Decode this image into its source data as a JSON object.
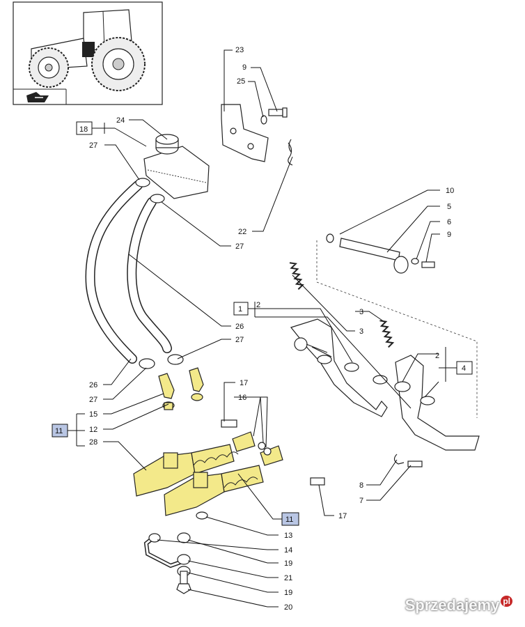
{
  "labels": {
    "l23": "23",
    "l9a": "9",
    "l25": "25",
    "l24": "24",
    "l18": "18",
    "l27a": "27",
    "l22": "22",
    "l27b": "27",
    "l10": "10",
    "l5": "5",
    "l6": "6",
    "l9b": "9",
    "l1": "1",
    "l2a": "2",
    "l3a": "3",
    "l3b": "3",
    "l2b": "2",
    "l4": "4",
    "l26a": "26",
    "l27c": "27",
    "l26b": "26",
    "l27d": "27",
    "l17a": "17",
    "l16": "16",
    "l15": "15",
    "l11a": "11",
    "l12": "12",
    "l28": "28",
    "l8": "8",
    "l7": "7",
    "l11b": "11",
    "l17b": "17",
    "l13": "13",
    "l14": "14",
    "l19a": "19",
    "l21": "21",
    "l19b": "19",
    "l20": "20"
  },
  "colors": {
    "highlight": "#f3e98a",
    "box_blue": "#b9c6e4"
  },
  "icons": {
    "thumbnail": "tractor-thumbnail-icon",
    "nav": "page-arrow-icon"
  },
  "watermark": {
    "text": "Sprzedajemy",
    "dot": "pl"
  }
}
